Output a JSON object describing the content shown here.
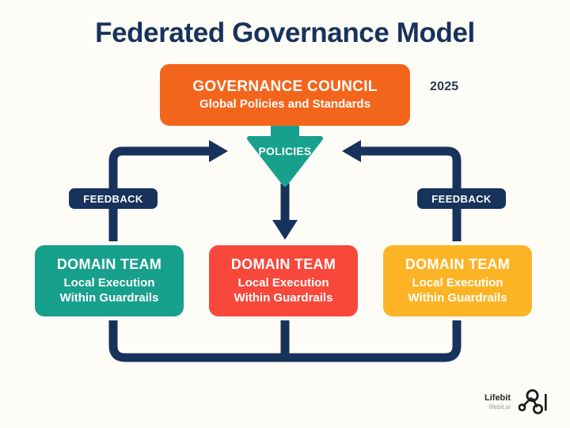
{
  "diagram": {
    "title": "Federated Governance Model",
    "year": "2025",
    "background_color": "#FDFCF7",
    "navy_color": "#17325B"
  },
  "council": {
    "title": "GOVERNANCE COUNCIL",
    "subtitle": "Global Policies and Standards",
    "color": "#F4651C"
  },
  "policies_arrow": {
    "label": "POLICIES",
    "color": "#17A08C",
    "direction": "down"
  },
  "feedback": {
    "left_label": "FEEDBACK",
    "right_label": "FEEDBACK",
    "color": "#17325B"
  },
  "teams": [
    {
      "title": "DOMAIN TEAM",
      "line1": "Local Execution",
      "line2": "Within Guardrails",
      "color": "#17A08C"
    },
    {
      "title": "DOMAIN TEAM",
      "line1": "Local Execution",
      "line2": "Within Guardrails",
      "color": "#F8483C"
    },
    {
      "title": "DOMAIN TEAM",
      "line1": "Local Execution",
      "line2": "Within Guardrails",
      "color": "#FCB425"
    }
  ],
  "logo": {
    "name": "Lifebit",
    "url": "lifebit.ai",
    "icon": "node-graph-icon"
  }
}
